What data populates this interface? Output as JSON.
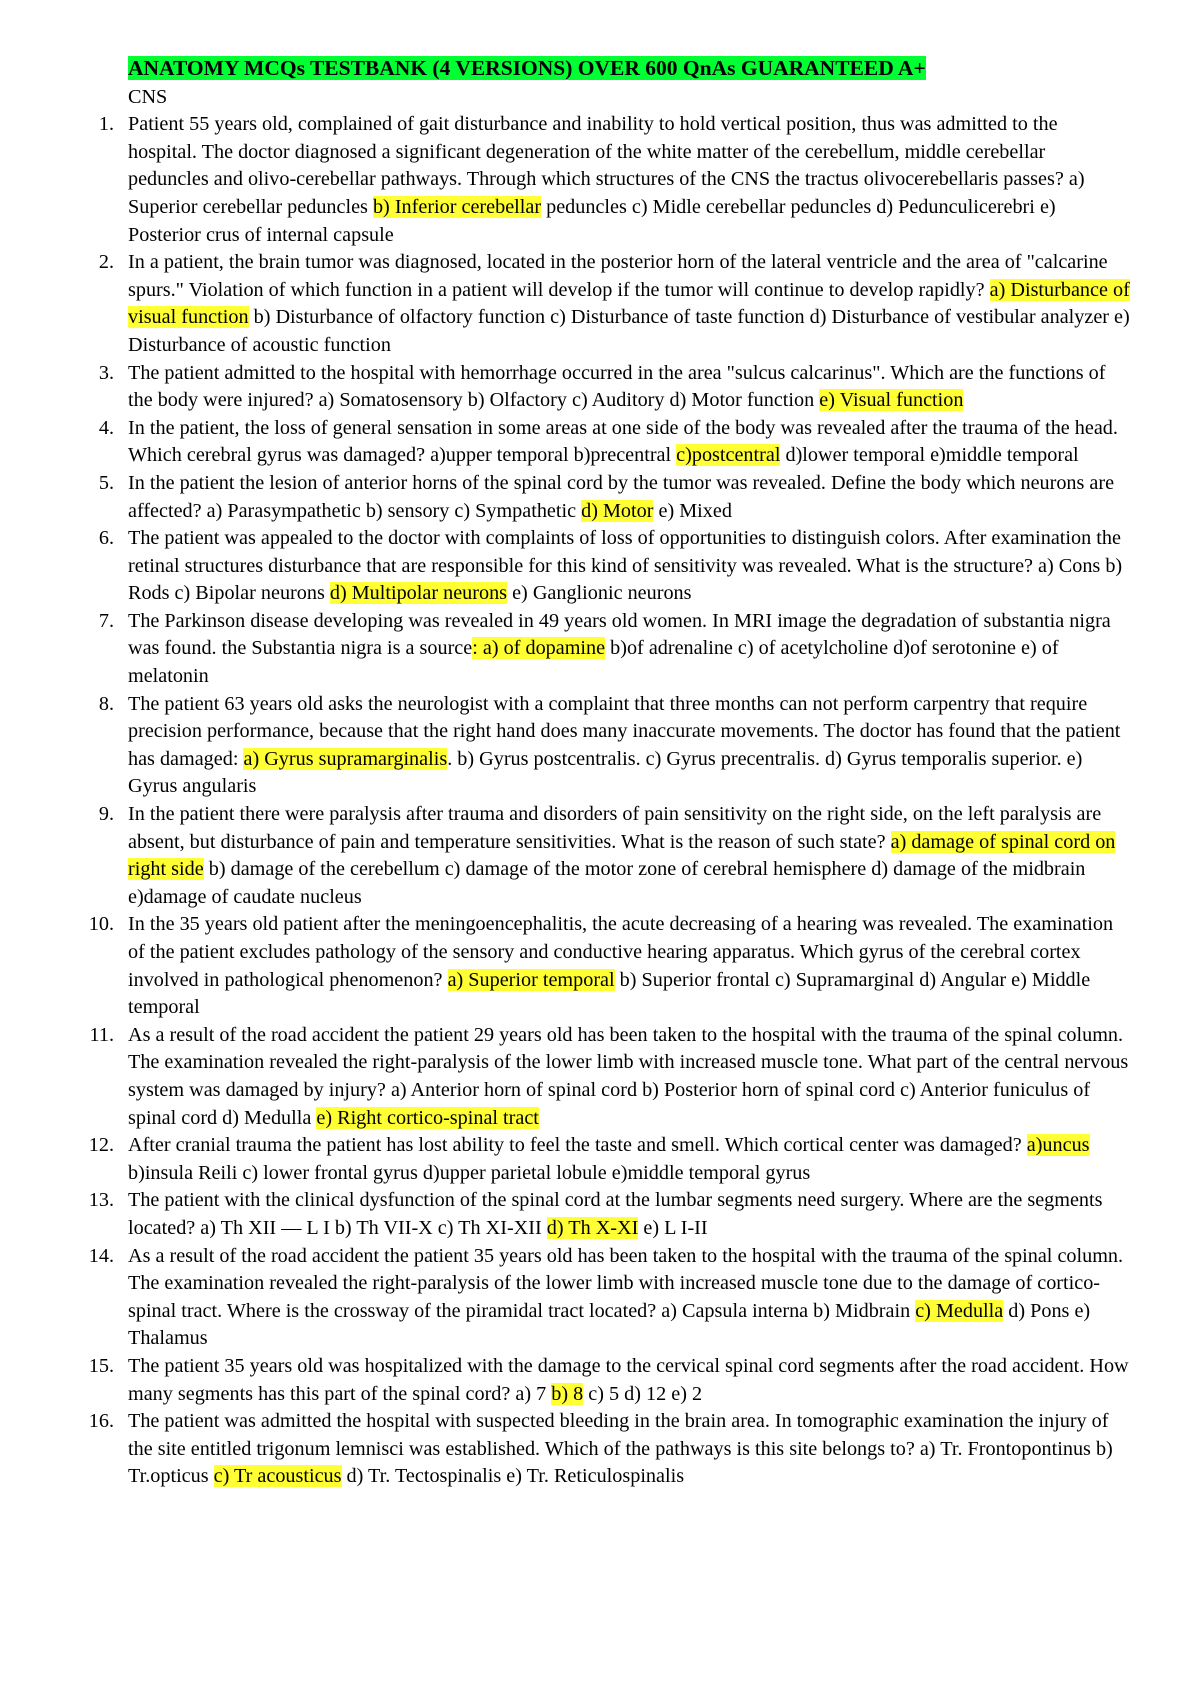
{
  "title": "ANATOMY MCQs TESTBANK (4 VERSIONS) OVER 600 QnAs GUARANTEED A+",
  "section": "CNS",
  "questions": [
    {
      "n": "1.",
      "parts": [
        {
          "t": "Patient 55 years old, complained of gait disturbance and inability to hold vertical position, thus was admitted to the hospital. The doctor diagnosed a significant degeneration of the white matter of the cerebellum, middle cerebellar peduncles and olivo-cerebellar pathways. Through which structures of the CNS the tractus olivocerebellaris passes? a) Superior cerebellar peduncles "
        },
        {
          "t": "b) Inferior cerebellar",
          "hl": true
        },
        {
          "t": " peduncles c) Midle cerebellar peduncles d) Pedunculicerebri e) Posterior crus of internal capsule"
        }
      ]
    },
    {
      "n": "2.",
      "parts": [
        {
          "t": "In a patient, the brain tumor was diagnosed, located in the posterior horn of the lateral ventricle and the area of \"calcarine spurs.\" Violation of which function in a patient will develop if the tumor will continue to develop rapidly? "
        },
        {
          "t": "a) Disturbance of visual function",
          "hl": true
        },
        {
          "t": " b) Disturbance of olfactory function c) Disturbance of taste function d) Disturbance of vestibular analyzer e) Disturbance of acoustic function"
        }
      ]
    },
    {
      "n": "3.",
      "parts": [
        {
          "t": "The patient admitted to the hospital with hemorrhage occurred in the area \"sulcus calcarinus\". Which are the functions of the body were injured? a) Somatosensory b) Olfactory c) Auditory d) Motor function "
        },
        {
          "t": "e) Visual function",
          "hl": true
        }
      ]
    },
    {
      "n": "4.",
      "parts": [
        {
          "t": "In the patient, the loss of general sensation in some areas at one side of the body was revealed after the trauma of the head. Which cerebral gyrus was damaged? a)upper temporal b)precentral "
        },
        {
          "t": "c)postcentral",
          "hl": true
        },
        {
          "t": " d)lower temporal e)middle temporal"
        }
      ]
    },
    {
      "n": "5.",
      "parts": [
        {
          "t": "In the patient the lesion of anterior horns of the spinal cord by the tumor was revealed. Define the body which neurons are affected? a) Parasympathetic b) sensory c) Sympathetic "
        },
        {
          "t": "d) Motor",
          "hl": true
        },
        {
          "t": " e)  Mixed"
        }
      ]
    },
    {
      "n": "6.",
      "parts": [
        {
          "t": "The patient was appealed to the doctor with complaints of loss of opportunities to distinguish colors. After examination the retinal structures disturbance that are responsible for this kind of sensitivity was revealed. What is the structure? a) Cons b) Rods c) Bipolar neurons "
        },
        {
          "t": "d) Multipolar neurons",
          "hl": true
        },
        {
          "t": " e) Ganglionic neurons"
        }
      ]
    },
    {
      "n": "7.",
      "parts": [
        {
          "t": "The Parkinson disease developing was revealed in 49 years old women. In MRI image the degradation of substantia nigra was found. the Substantia nigra is a source"
        },
        {
          "t": ": a) of dopamine",
          "hl": true
        },
        {
          "t": " b)of adrenaline c) of acetylcholine  d)of serotonine e) of melatonin"
        }
      ]
    },
    {
      "n": "8.",
      "parts": [
        {
          "t": "The patient 63 years old asks the neurologist with a complaint that three months can not perform carpentry that require precision performance, because that the right hand does many inaccurate movements. The doctor has found that the patient has damaged: "
        },
        {
          "t": "a) Gyrus supramarginalis",
          "hl": true
        },
        {
          "t": ". b) Gyrus postcentralis. c) Gyrus precentralis. d) Gyrus temporalis superior. e) Gyrus angularis"
        }
      ]
    },
    {
      "n": "9.",
      "parts": [
        {
          "t": "In the patient there were paralysis after trauma and disorders of pain sensitivity on the right side, on the left paralysis are absent, but disturbance of pain and temperature sensitivities. What is the reason of such state?  "
        },
        {
          "t": "a) damage of spinal cord on right side",
          "hl": true
        },
        {
          "t": "  b) damage of the cerebellum   c) damage of the motor zone of cerebral hemisphere d) damage of the midbrain e)damage of caudate nucleus"
        }
      ]
    },
    {
      "n": "10.",
      "parts": [
        {
          "t": "In the 35 years old patient after the meningoencephalitis, the acute decreasing of a hearing was revealed. The examination of the patient excludes pathology of the sensory and conductive hearing apparatus. Which gyrus of the cerebral cortex involved in pathological phenomenon? "
        },
        {
          "t": "a) Superior temporal",
          "hl": true
        },
        {
          "t": " b) Superior frontal c) Supramarginal d) Angular e) Middle temporal"
        }
      ]
    },
    {
      "n": "11.",
      "parts": [
        {
          "t": "As a result of the road accident the patient 29 years old has been taken to the hospital with the trauma of the spinal column. The examination revealed the right-paralysis of the lower limb with increased muscle tone. What part of the central nervous system was damaged by injury? a) Anterior horn of spinal cord b) Posterior horn of spinal cord c) Anterior funiculus of spinal cord d) Medulla "
        },
        {
          "t": "e) Right cortico-spinal tract",
          "hl": true
        }
      ]
    },
    {
      "n": "12.",
      "parts": [
        {
          "t": "After cranial trauma the patient has lost ability to feel the taste and smell. Which cortical center was damaged? "
        },
        {
          "t": "a)uncus",
          "hl": true
        },
        {
          "t": " b)insula Reili c) lower frontal gyrus d)upper parietal lobule e)middle temporal gyrus"
        }
      ]
    },
    {
      "n": "13.",
      "parts": [
        {
          "t": "The patient with the clinical dysfunction of the spinal cord at the lumbar segments need surgery. Where are the segments located? a) Th XII — L I b) Th VII-X c) Th XI-XII "
        },
        {
          "t": "d) Th X-XI",
          "hl": true
        },
        {
          "t": " e) L I-II"
        }
      ]
    },
    {
      "n": "14.",
      "parts": [
        {
          "t": "As a result of the road accident the patient 35 years old has been taken to the hospital with the trauma of the spinal column. The examination revealed the right-paralysis of the lower limb with increased muscle tone due to the damage of cortico-spinal tract. Where is the crossway of the piramidal tract located? a) Capsula interna b) Midbrain "
        },
        {
          "t": "c) Medulla",
          "hl": true
        },
        {
          "t": " d) Pons e) Thalamus"
        }
      ]
    },
    {
      "n": "15.",
      "parts": [
        {
          "t": "The patient 35 years old was hospitalized with the damage to the cervical spinal cord segments after the road accident. How many segments has this part of the spinal cord? a) 7  "
        },
        {
          "t": "b) 8",
          "hl": true
        },
        {
          "t": "  c) 5  d) 12  e) 2"
        }
      ]
    },
    {
      "n": "16.",
      "parts": [
        {
          "t": "The patient was admitted the hospital with suspected bleeding in the brain area. In tomographic examination the injury of the site entitled trigonum lemnisci was established. Which of the pathways is this site belongs to? a) Tr. Frontopontinus b) Tr.opticus "
        },
        {
          "t": "c) Tr acousticus",
          "hl": true
        },
        {
          "t": " d) Tr. Tectospinalis e) Tr. Reticulospinalis"
        }
      ]
    }
  ]
}
